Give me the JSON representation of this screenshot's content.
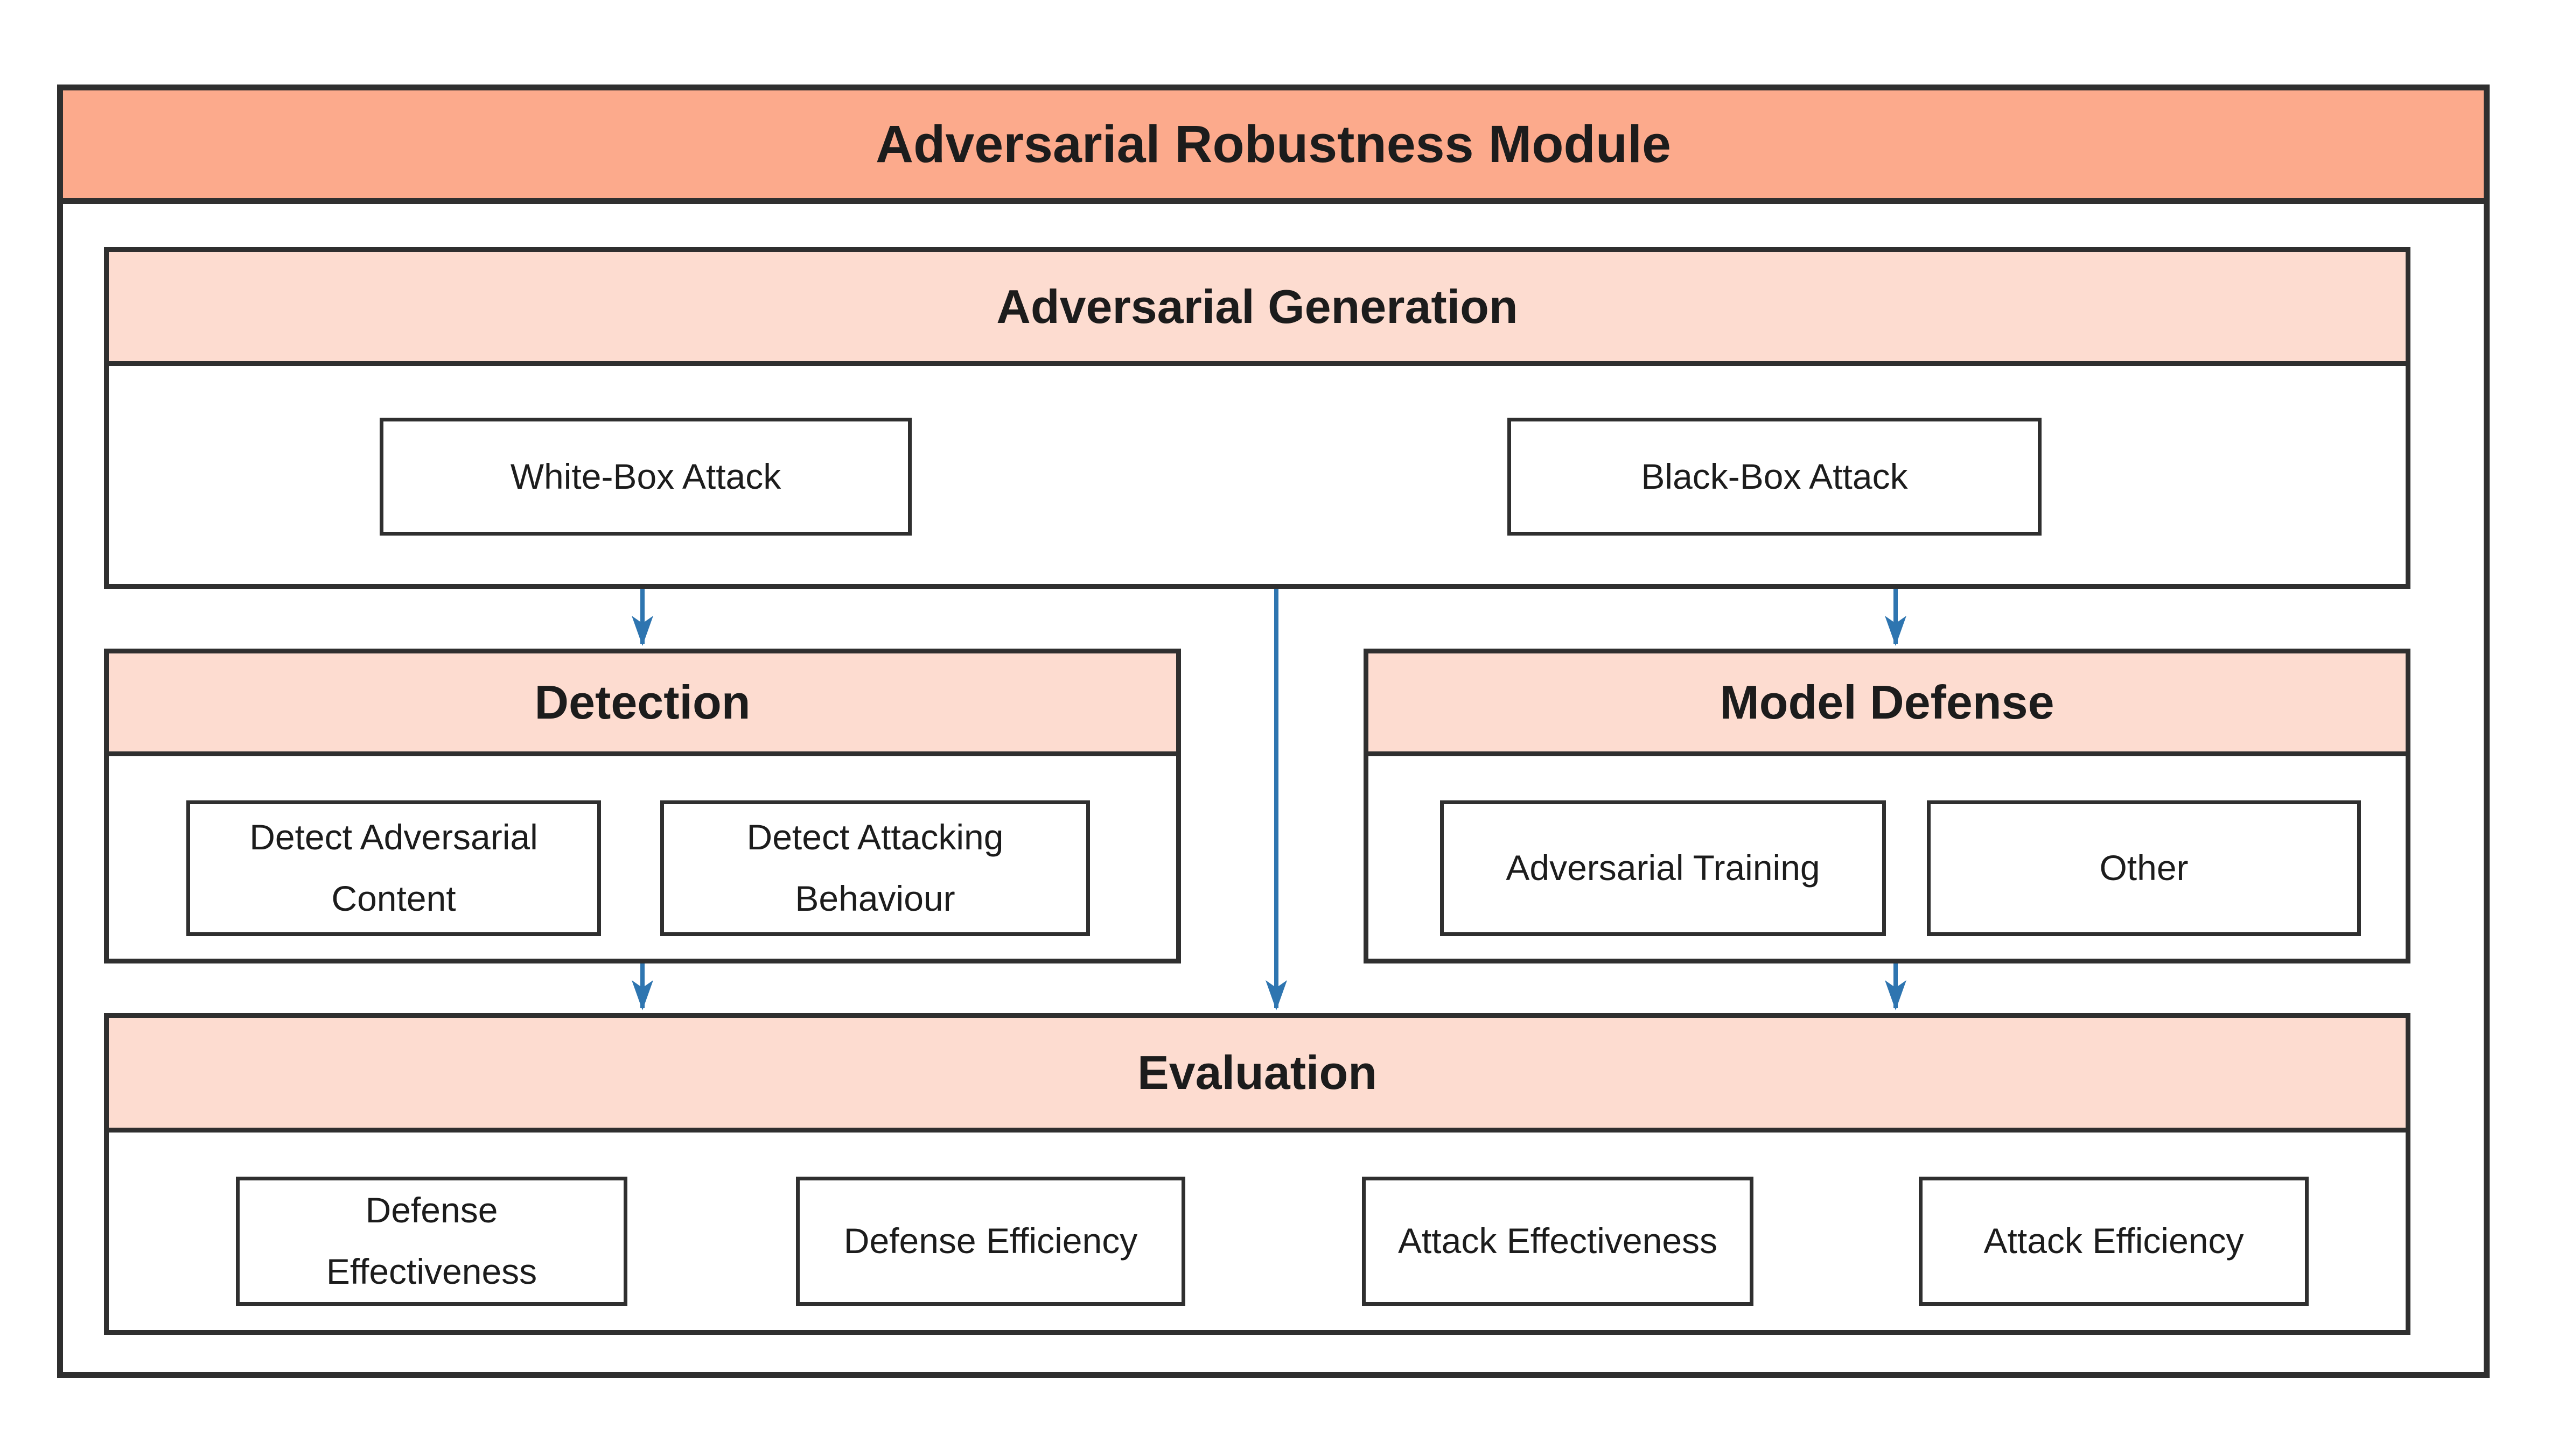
{
  "diagram": {
    "title": "Adversarial Robustness Module",
    "sections": {
      "generation": {
        "title": "Adversarial Generation",
        "items": [
          {
            "label": "White-Box Attack"
          },
          {
            "label": "Black-Box Attack"
          }
        ]
      },
      "detection": {
        "title": "Detection",
        "items": [
          {
            "label": "Detect Adversarial Content"
          },
          {
            "label": "Detect Attacking Behaviour"
          }
        ]
      },
      "model_defense": {
        "title": "Model Defense",
        "items": [
          {
            "label": "Adversarial Training"
          },
          {
            "label": "Other"
          }
        ]
      },
      "evaluation": {
        "title": "Evaluation",
        "items": [
          {
            "label": "Defense Effectiveness"
          },
          {
            "label": "Defense Efficiency"
          },
          {
            "label": "Attack Effectiveness"
          },
          {
            "label": "Attack Efficiency"
          }
        ]
      }
    },
    "flows": [
      {
        "from": "Adversarial Generation",
        "to": "Detection"
      },
      {
        "from": "Adversarial Generation",
        "to": "Evaluation"
      },
      {
        "from": "Adversarial Generation",
        "to": "Model Defense"
      },
      {
        "from": "Detection",
        "to": "Evaluation"
      },
      {
        "from": "Model Defense",
        "to": "Evaluation"
      }
    ],
    "colors": {
      "title_fill": "#fcaa8c",
      "section_header_fill": "#fddcd0",
      "box_fill": "#ffffff",
      "border_ink": "#2f2f2f",
      "arrow": "#2e75b0",
      "text": "#1c1c1c",
      "background": "#ffffff"
    }
  }
}
